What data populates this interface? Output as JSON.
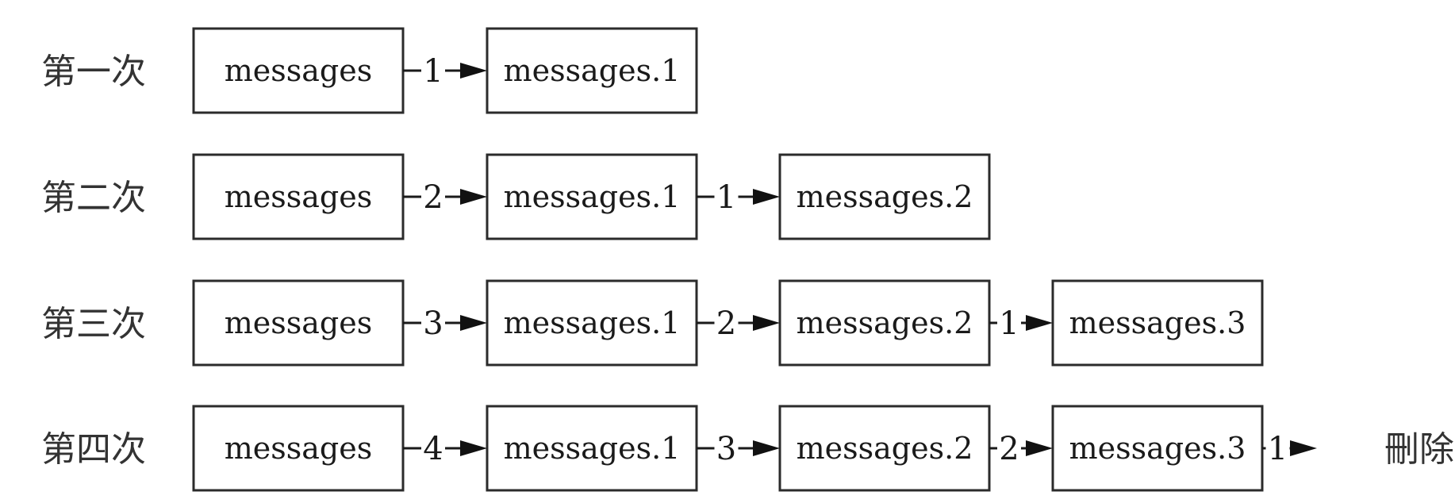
{
  "rows": [
    {
      "label": "第一次",
      "boxes": [
        "messages",
        "messages.1"
      ],
      "arrows": [
        "1"
      ],
      "trailing_arrow": null
    },
    {
      "label": "第二次",
      "boxes": [
        "messages",
        "messages.1",
        "messages.2"
      ],
      "arrows": [
        "2",
        "1"
      ],
      "trailing_arrow": null
    },
    {
      "label": "第三次",
      "boxes": [
        "messages",
        "messages.1",
        "messages.2",
        "messages.3"
      ],
      "arrows": [
        "3",
        "2",
        "1"
      ],
      "trailing_arrow": null
    },
    {
      "label": "第四次",
      "boxes": [
        "messages",
        "messages.1",
        "messages.2",
        "messages.3"
      ],
      "arrows": [
        "4",
        "3",
        "2"
      ],
      "trailing_arrow": "1"
    }
  ],
  "delete_label": "刪除",
  "colors": {
    "line": "#1a1a1a",
    "box_border": "#2b2b2b",
    "label_text": "#333333",
    "background": "#ffffff"
  }
}
